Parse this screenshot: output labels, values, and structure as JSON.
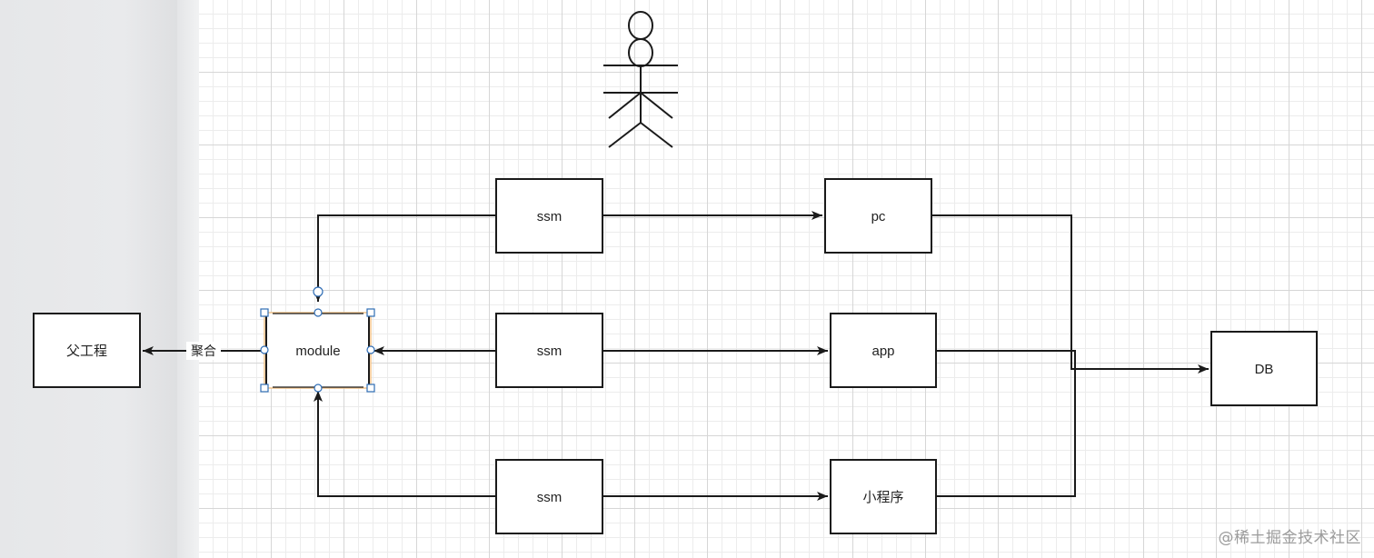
{
  "diagram": {
    "nodes": {
      "parent": "父工程",
      "module": "module",
      "ssm_top": "ssm",
      "ssm_mid": "ssm",
      "ssm_bottom": "ssm",
      "pc": "pc",
      "app": "app",
      "mini_program": "小程序",
      "db": "DB"
    },
    "edge_labels": {
      "aggregate": "聚合"
    }
  },
  "watermark": "@稀土掘金技术社区",
  "colors": {
    "stroke": "#1a1a1a",
    "selected_border": "#f2c38a",
    "handle": "#2f6db5"
  },
  "icons": [
    "stick-figure-actor-icon"
  ]
}
